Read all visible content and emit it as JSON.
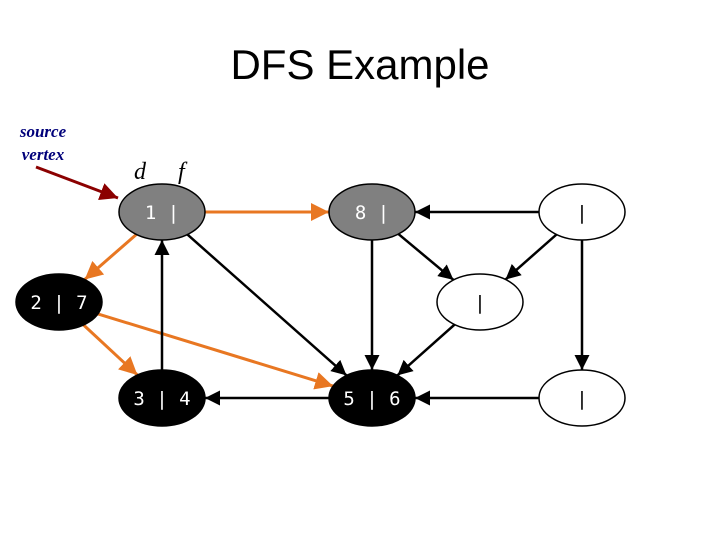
{
  "title": "DFS Example",
  "source_label": [
    "source",
    "vertex"
  ],
  "legend": {
    "discovery": "d",
    "finish": "f"
  },
  "colors": {
    "tree_edge": "#e87722",
    "edge": "#000000",
    "source_arrow": "#8b0000",
    "finished_vertex": "#000000",
    "active_vertex": "#808080",
    "unvisited_vertex": "#ffffff",
    "source_text": "#00007a"
  },
  "vertices": [
    {
      "id": "v1",
      "label": "1 |",
      "state": "active"
    },
    {
      "id": "v8",
      "label": "8 |",
      "state": "active"
    },
    {
      "id": "vTR",
      "label": "|",
      "state": "unvisited"
    },
    {
      "id": "v2",
      "label": "2 | 7",
      "state": "finished"
    },
    {
      "id": "vMR",
      "label": "|",
      "state": "unvisited"
    },
    {
      "id": "v3",
      "label": "3 | 4",
      "state": "finished"
    },
    {
      "id": "v5",
      "label": "5 | 6",
      "state": "finished"
    },
    {
      "id": "vBR",
      "label": "|",
      "state": "unvisited"
    }
  ],
  "edges": [
    {
      "from": "v1",
      "to": "v8",
      "tree": true
    },
    {
      "from": "v1",
      "to": "v2",
      "tree": true
    },
    {
      "from": "v2",
      "to": "v3",
      "tree": true
    },
    {
      "from": "v2",
      "to": "v5",
      "tree": true
    },
    {
      "from": "v3",
      "to": "v1",
      "tree": false
    },
    {
      "from": "v1",
      "to": "v5",
      "tree": false
    },
    {
      "from": "vTR",
      "to": "v8",
      "tree": false
    },
    {
      "from": "v8",
      "to": "v5",
      "tree": false
    },
    {
      "from": "v8",
      "to": "vMR",
      "tree": false
    },
    {
      "from": "vTR",
      "to": "vMR",
      "tree": false
    },
    {
      "from": "vTR",
      "to": "vBR",
      "tree": false
    },
    {
      "from": "vMR",
      "to": "v5",
      "tree": false
    },
    {
      "from": "v5",
      "to": "v3",
      "tree": false
    },
    {
      "from": "vBR",
      "to": "v5",
      "tree": false
    }
  ]
}
